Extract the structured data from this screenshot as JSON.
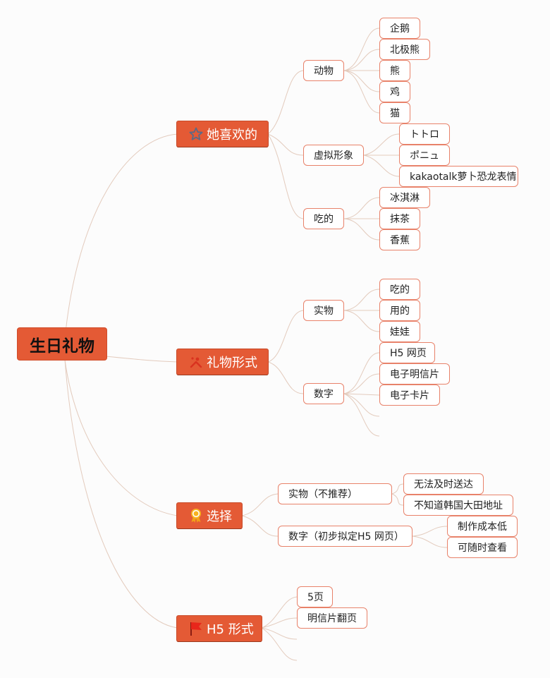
{
  "root": {
    "label": "生日礼物"
  },
  "branches": [
    {
      "label": "她喜欢的",
      "icon": "star-icon",
      "topics": [
        {
          "label": "动物",
          "leaves": [
            "企鹅",
            "北极熊",
            "熊",
            "鸡",
            "猫"
          ]
        },
        {
          "label": "虚拟形象",
          "leaves": [
            "トトロ",
            "ポニュ",
            "kakaotalk萝卜恐龙表情"
          ]
        },
        {
          "label": "吃的",
          "leaves": [
            "冰淇淋",
            "抹茶",
            "香蕉"
          ]
        }
      ]
    },
    {
      "label": "礼物形式",
      "icon": "tools-icon",
      "topics": [
        {
          "label": "实物",
          "leaves": [
            "吃的",
            "用的",
            "娃娃"
          ]
        },
        {
          "label": "数字",
          "leaves": [
            "H5 网页",
            "电子明信片",
            "电子卡片"
          ]
        }
      ]
    },
    {
      "label": "选择",
      "icon": "award-ribbon-icon",
      "topics": [
        {
          "label": "实物（不推荐）",
          "leaves": [
            "无法及时送达",
            "不知道韩国大田地址"
          ]
        },
        {
          "label": "数字（初步拟定H5 网页）",
          "leaves": [
            "制作成本低",
            "可随时查看"
          ]
        }
      ]
    },
    {
      "label": "H5 形式",
      "icon": "flag-icon",
      "topics": [
        {
          "label": "5页",
          "leaves": []
        },
        {
          "label": "明信片翻页",
          "leaves": []
        }
      ]
    }
  ],
  "colors": {
    "accent": "#e45a35",
    "node_border": "#e8826a",
    "link": "#e0c8b8",
    "background": "#fcfcfc"
  }
}
